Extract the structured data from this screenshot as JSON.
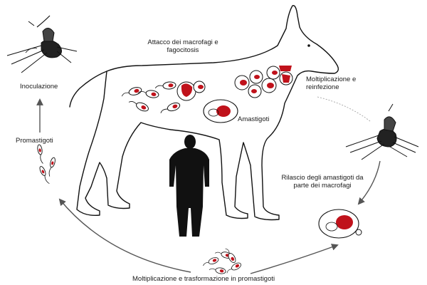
{
  "labels": {
    "attack": "Attacco dei macrofagi e fagocitosis",
    "inoculation": "Inoculazione",
    "multiplication_reinfection": "Moltiplicazione e reinfezione",
    "amastigotes": "Amastigoti",
    "promastigotes": "Promastigoti",
    "release": "Rilascio degli amastigoti da parte dei macrofagi",
    "transformation": "Moltiplicazione e trasformazione in promastigoti"
  },
  "colors": {
    "outline": "#111111",
    "parasite_red": "#c0121b",
    "arrow": "#555555",
    "human_silhouette": "#111111"
  },
  "icons": [
    "sandfly-icon",
    "dog-outline",
    "human-silhouette-icon",
    "macrophage-icon",
    "promastigote-icon",
    "cycle-arrow"
  ]
}
